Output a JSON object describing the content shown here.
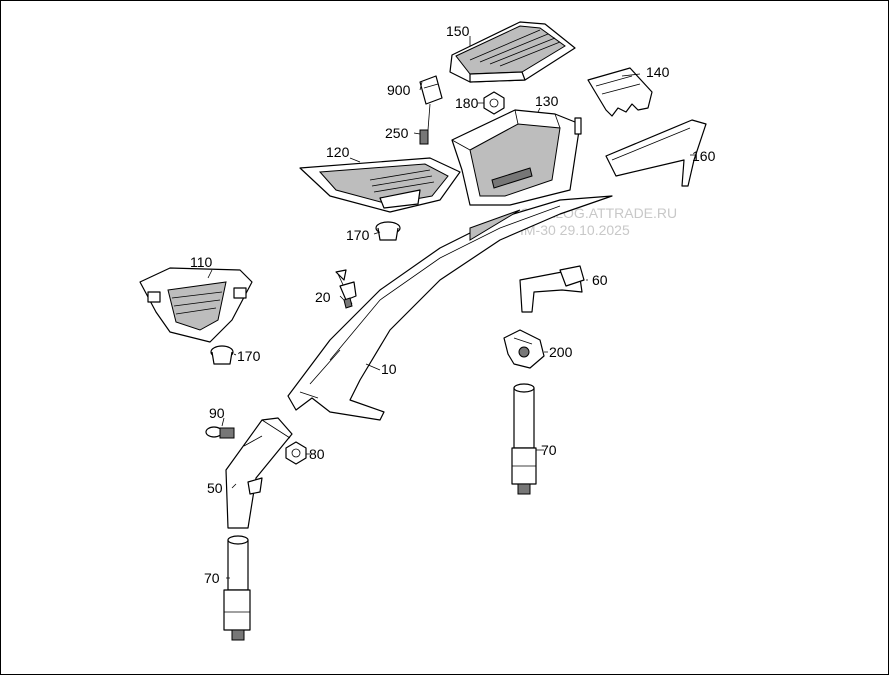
{
  "labels": {
    "p150": "150",
    "p140": "140",
    "p900": "900",
    "p180": "180",
    "p130": "130",
    "p250": "250",
    "p120": "120",
    "p160": "160",
    "p170a": "170",
    "p110": "110",
    "p60": "60",
    "p20": "20",
    "p170b": "170",
    "p200": "200",
    "p10": "10",
    "p90": "90",
    "p80": "80",
    "p70a": "70",
    "p50": "50",
    "p70b": "70"
  },
  "watermark": {
    "line1": "CATALOG.ATTRADE.RU",
    "line2": "IM-30 29.10.2025"
  }
}
